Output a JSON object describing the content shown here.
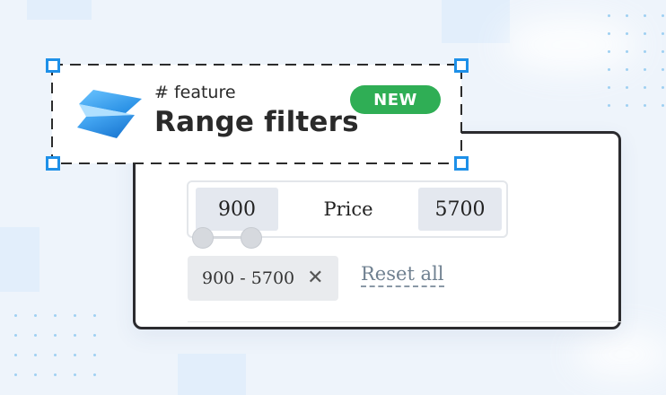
{
  "feature": {
    "hashtag": "# feature",
    "title": "Range filters",
    "badge": "NEW",
    "icon": "stacked-layers-icon"
  },
  "filter": {
    "min_value": "900",
    "label": "Price",
    "max_value": "5700",
    "active_chip": "900 - 5700",
    "chip_remove_icon": "close-icon",
    "reset_label": "Reset all"
  },
  "colors": {
    "accent": "#1e90e8",
    "badge": "#2fae55",
    "background": "#eef4fb"
  }
}
